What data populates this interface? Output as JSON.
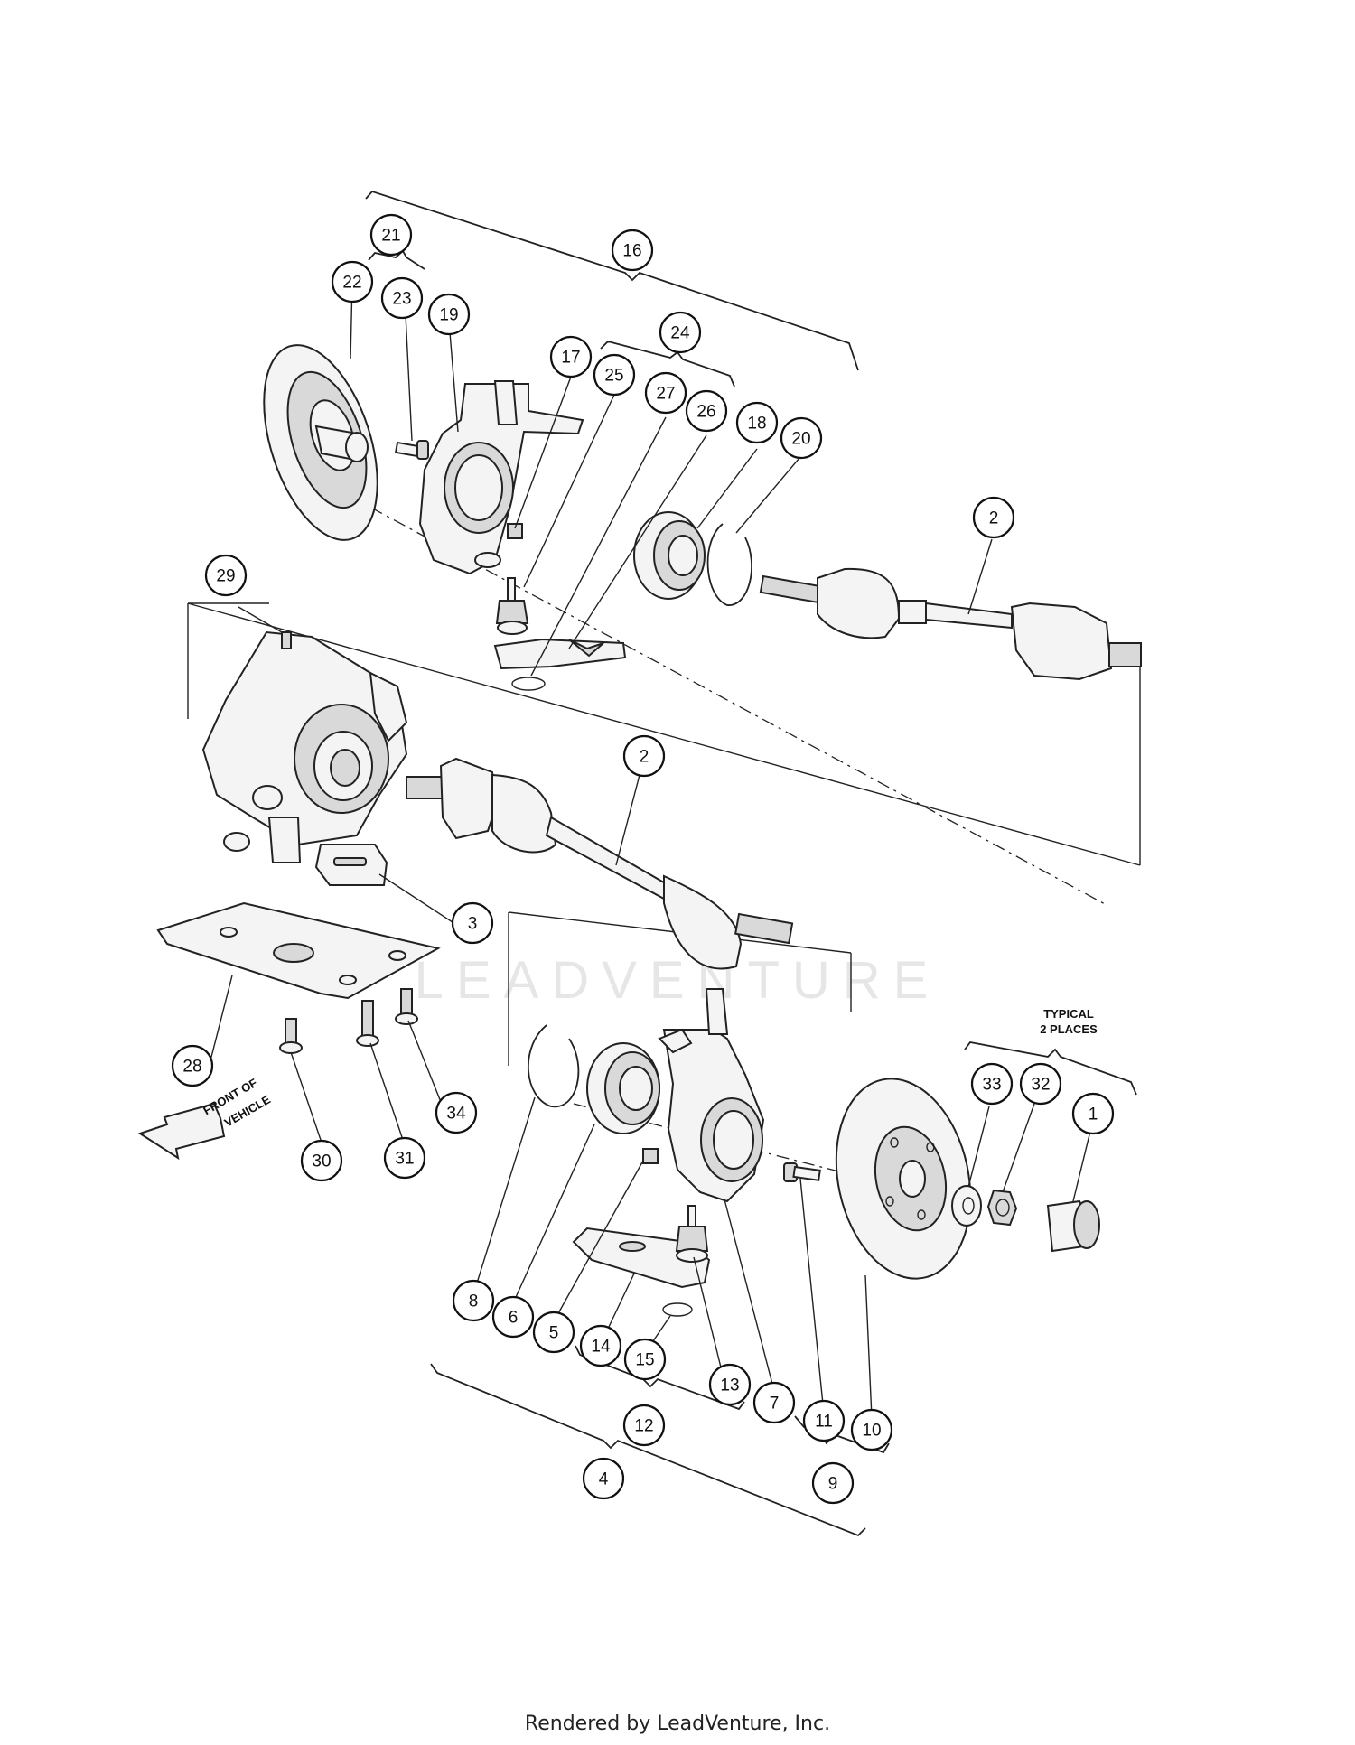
{
  "watermark": "LEADVENTURE",
  "footer": "Rendered by LeadVenture, Inc.",
  "notes": {
    "typical_line1": "TYPICAL",
    "typical_line2": "2 PLACES",
    "front_line1": "FRONT OF",
    "front_line2": "VEHICLE"
  },
  "callouts": {
    "c1": "1",
    "c2a": "2",
    "c2b": "2",
    "c3": "3",
    "c4": "4",
    "c5": "5",
    "c6": "6",
    "c7": "7",
    "c8": "8",
    "c9": "9",
    "c10": "10",
    "c11": "11",
    "c12": "12",
    "c13": "13",
    "c14": "14",
    "c15": "15",
    "c16": "16",
    "c17": "17",
    "c18": "18",
    "c19": "19",
    "c20": "20",
    "c21": "21",
    "c22": "22",
    "c23": "23",
    "c24": "24",
    "c25": "25",
    "c26": "26",
    "c27": "27",
    "c28": "28",
    "c29": "29",
    "c30": "30",
    "c31": "31",
    "c32": "32",
    "c33": "33",
    "c34": "34"
  }
}
